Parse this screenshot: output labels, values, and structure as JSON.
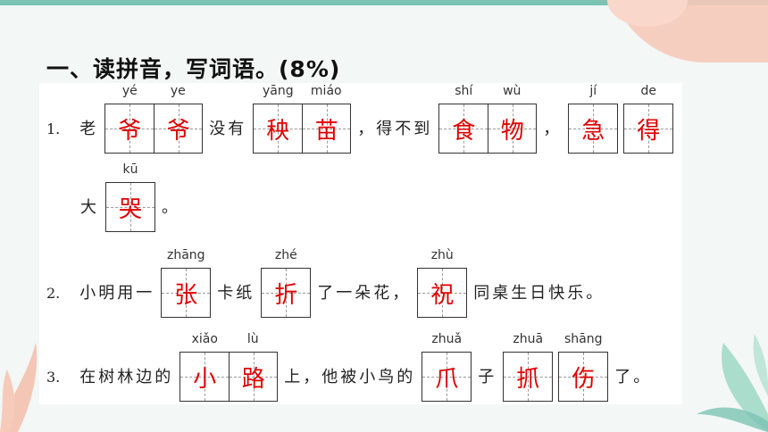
{
  "heading": "一、读拼音，写词语。(8%)",
  "rows": [
    {
      "num": "1.",
      "pre": "老",
      "g1": {
        "py": [
          "yé",
          "ye"
        ],
        "chars": [
          "爷",
          "爷"
        ]
      },
      "t1": "没有",
      "g2": {
        "py": [
          "yāng",
          "miáo"
        ],
        "chars": [
          "秧",
          "苗"
        ]
      },
      "t2": "，得不到",
      "g3": {
        "py": [
          "shí",
          "wù"
        ],
        "chars": [
          "食",
          "物"
        ]
      },
      "t3": "，",
      "g4": {
        "py": [
          "jí"
        ],
        "chars": [
          "急"
        ]
      },
      "g5": {
        "py": [
          "de"
        ],
        "chars": [
          "得"
        ]
      }
    },
    {
      "pre": "大",
      "g1": {
        "py": [
          "kū"
        ],
        "chars": [
          "哭"
        ]
      },
      "post": "。"
    },
    {
      "num": "2.",
      "pre": "小明用一",
      "g1": {
        "py": [
          "zhāng"
        ],
        "chars": [
          "张"
        ]
      },
      "t1": "卡纸",
      "g2": {
        "py": [
          "zhé"
        ],
        "chars": [
          "折"
        ]
      },
      "t2": "了一朵花，",
      "g3": {
        "py": [
          "zhù"
        ],
        "chars": [
          "祝"
        ]
      },
      "post": "同桌生日快乐。"
    },
    {
      "num": "3.",
      "pre": "在树林边的",
      "g1": {
        "py": [
          "xiǎo",
          "lù"
        ],
        "chars": [
          "小",
          "路"
        ]
      },
      "t1": "上，他被小鸟的",
      "g2": {
        "py": [
          "zhuǎ"
        ],
        "chars": [
          "爪"
        ]
      },
      "t2": "子",
      "g3": {
        "py": [
          "zhuā"
        ],
        "chars": [
          "抓"
        ]
      },
      "g4": {
        "py": [
          "shāng"
        ],
        "chars": [
          "伤"
        ]
      },
      "post": "了。"
    }
  ],
  "colors": {
    "answer": "#e00000",
    "accent": "#7cc3b4",
    "deco": "#f6c9b9"
  },
  "icons": [
    "leaf-decoration-icon",
    "corner-blob-icon"
  ]
}
